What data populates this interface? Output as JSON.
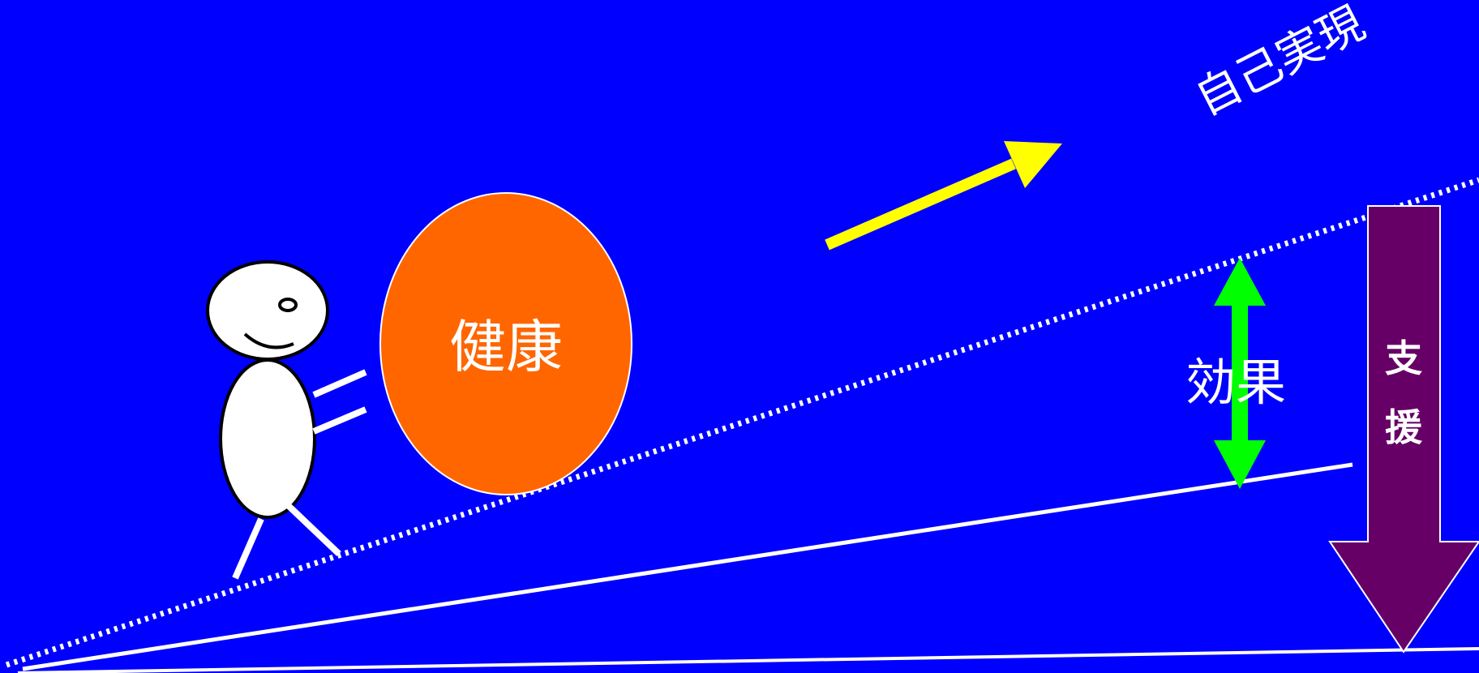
{
  "diagram": {
    "goal_label": "自己実現",
    "ball_label": "健康",
    "effect_label": "効果",
    "support_label_1": "支",
    "support_label_2": "援"
  },
  "colors": {
    "background": "#0000ff",
    "ball_fill": "#ff6600",
    "ball_stroke": "#ffffff",
    "yellow_arrow": "#ffff00",
    "effect_arrow": "#00ff00",
    "support_arrow": "#660066",
    "line": "#ffffff"
  }
}
